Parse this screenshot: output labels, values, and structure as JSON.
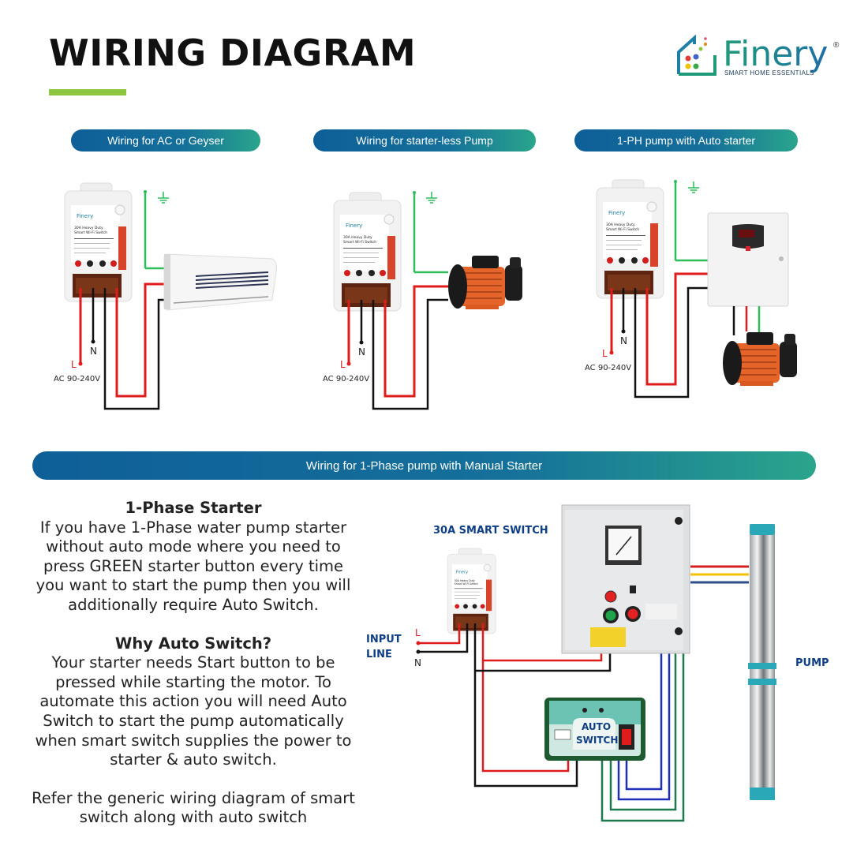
{
  "header": {
    "title": "WIRING DIAGRAM",
    "brand": {
      "name": "Finery",
      "registered_mark": "®",
      "tagline": "SMART HOME ESSENTIALS",
      "colors": {
        "primary": "#1e6fa6",
        "secondary": "#1f9b7a",
        "accent_bar": "#8cc63f"
      }
    }
  },
  "sections": {
    "ac_geyser": {
      "label": "Wiring for AC or Geyser",
      "supply": "AC 90-240V",
      "line_label": "L",
      "neutral_label": "N",
      "load": "air-conditioner"
    },
    "starterless_pump": {
      "label": "Wiring for starter-less Pump",
      "supply": "AC 90-240V",
      "line_label": "L",
      "neutral_label": "N",
      "load": "monoblock-pump"
    },
    "auto_starter": {
      "label": "1-PH pump with Auto starter",
      "supply": "AC 90-240V",
      "line_label": "L",
      "neutral_label": "N",
      "load": "auto-starter-and-pump"
    },
    "manual_starter": {
      "label": "Wiring for 1-Phase pump with Manual Starter",
      "smart_switch_label": "30A SMART SWITCH",
      "input_line_label": [
        "INPUT",
        "LINE"
      ],
      "line_label": "L",
      "neutral_label": "N",
      "auto_switch_label": [
        "AUTO",
        "SWITCH"
      ],
      "pump_label": "PUMP"
    }
  },
  "device": {
    "brand": "Finery",
    "model_lines": [
      "30A Heavy Duty",
      "Smart Wi-Fi Switch"
    ]
  },
  "wire_colors": {
    "line": "#e01b1b",
    "neutral": "#111111",
    "earth": "#2ebd5a",
    "pump_phase_1": "#d42020",
    "pump_phase_2": "#f2c200",
    "pump_phase_3": "#2b4f86",
    "auto_blue": "#1f2fb5",
    "auto_green": "#1d7a4c"
  },
  "explanation": {
    "heading1": "1-Phase Starter",
    "para1": "If you have 1-Phase water pump starter without auto mode where you need to press GREEN starter button every time you want to start the pump then you will additionally require Auto Switch.",
    "heading2": "Why Auto Switch?",
    "para2": "Your starter needs Start button to be pressed while starting the motor. To automate this action you will need Auto Switch to start the pump automatically when smart switch supplies the power to starter & auto switch.",
    "para3": "Refer the generic wiring diagram of smart switch along with auto switch"
  }
}
